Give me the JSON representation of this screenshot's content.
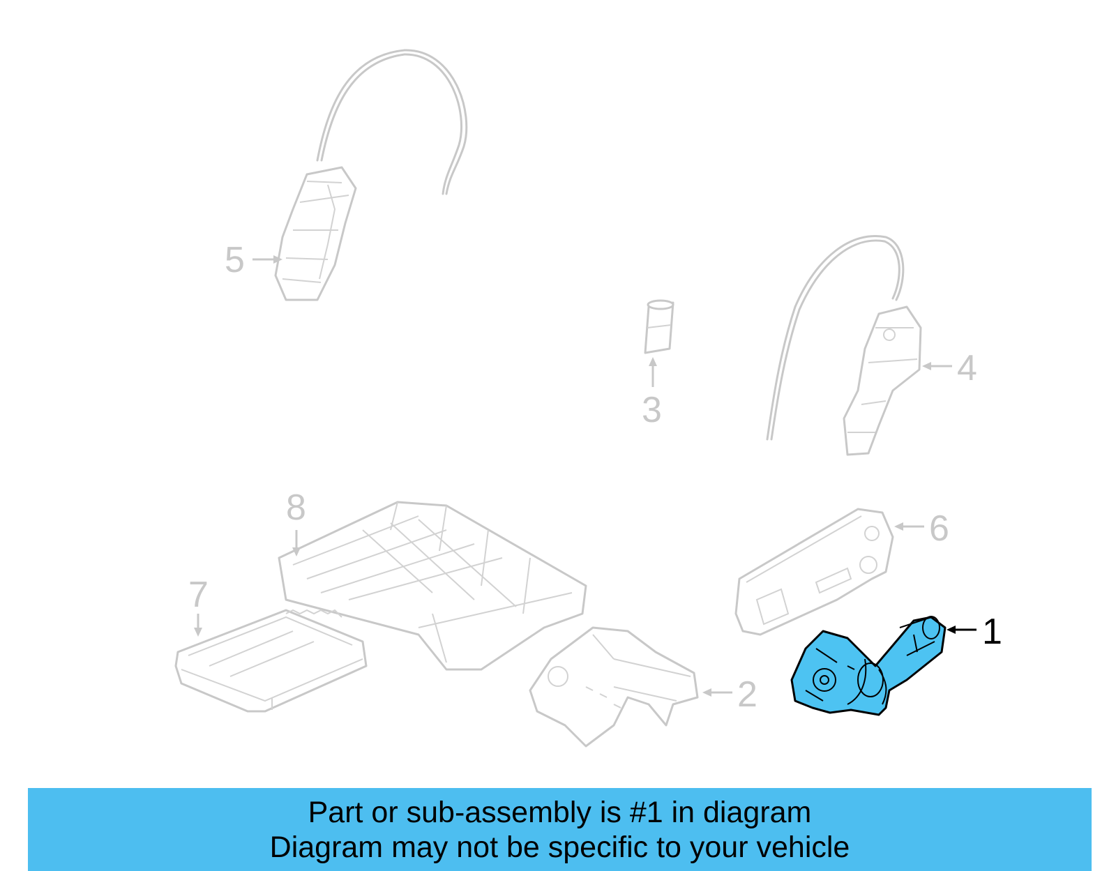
{
  "diagram": {
    "highlight_color": "#4dc3f2",
    "muted_color": "#c8c8c8",
    "callouts": [
      {
        "id": "1",
        "label": "1",
        "highlighted": true
      },
      {
        "id": "2",
        "label": "2",
        "highlighted": false
      },
      {
        "id": "3",
        "label": "3",
        "highlighted": false
      },
      {
        "id": "4",
        "label": "4",
        "highlighted": false
      },
      {
        "id": "5",
        "label": "5",
        "highlighted": false
      },
      {
        "id": "6",
        "label": "6",
        "highlighted": false
      },
      {
        "id": "7",
        "label": "7",
        "highlighted": false
      },
      {
        "id": "8",
        "label": "8",
        "highlighted": false
      }
    ]
  },
  "banner": {
    "background_color": "#4dbef0",
    "line1": "Part or sub-assembly is #1 in diagram",
    "line2": "Diagram may not be specific to your vehicle"
  }
}
